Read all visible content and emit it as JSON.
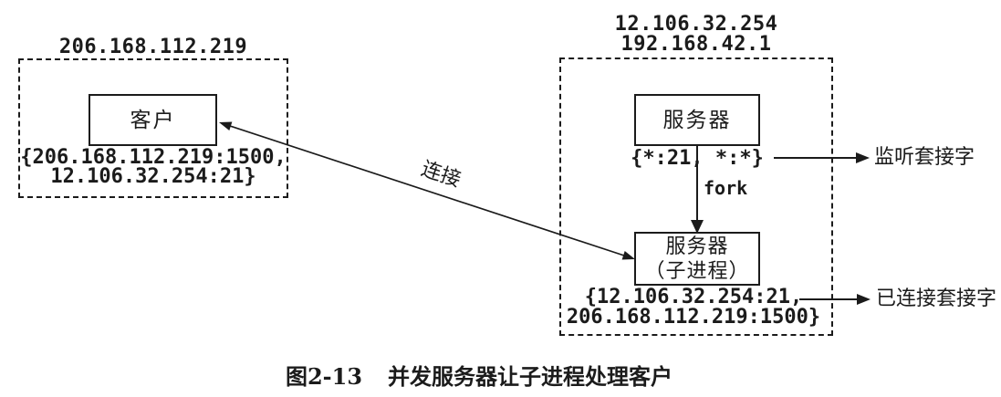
{
  "client_host": {
    "ip": "206.168.112.219",
    "box_label": "客户",
    "socket_pair_line1": "{206.168.112.219:1500,",
    "socket_pair_line2": "12.106.32.254:21}"
  },
  "server_host": {
    "ip_line1": "12.106.32.254",
    "ip_line2": "192.168.42.1",
    "server_box_label": "服务器",
    "listening_socket_pair": "{*:21, *:*}",
    "fork_label": "fork",
    "child_box_line1": "服务器",
    "child_box_line2": "（子进程）",
    "connected_socket_pair_line1": "{12.106.32.254:21,",
    "connected_socket_pair_line2": "206.168.112.219:1500}"
  },
  "annotations": {
    "listening_socket": "监听套接字",
    "connected_socket": "已连接套接字",
    "connection": "连接"
  },
  "caption": {
    "figure_number": "图2-13",
    "title": "并发服务器让子进程处理客户"
  },
  "colors": {
    "ink": "#1b1b1b",
    "background": "#ffffff"
  }
}
